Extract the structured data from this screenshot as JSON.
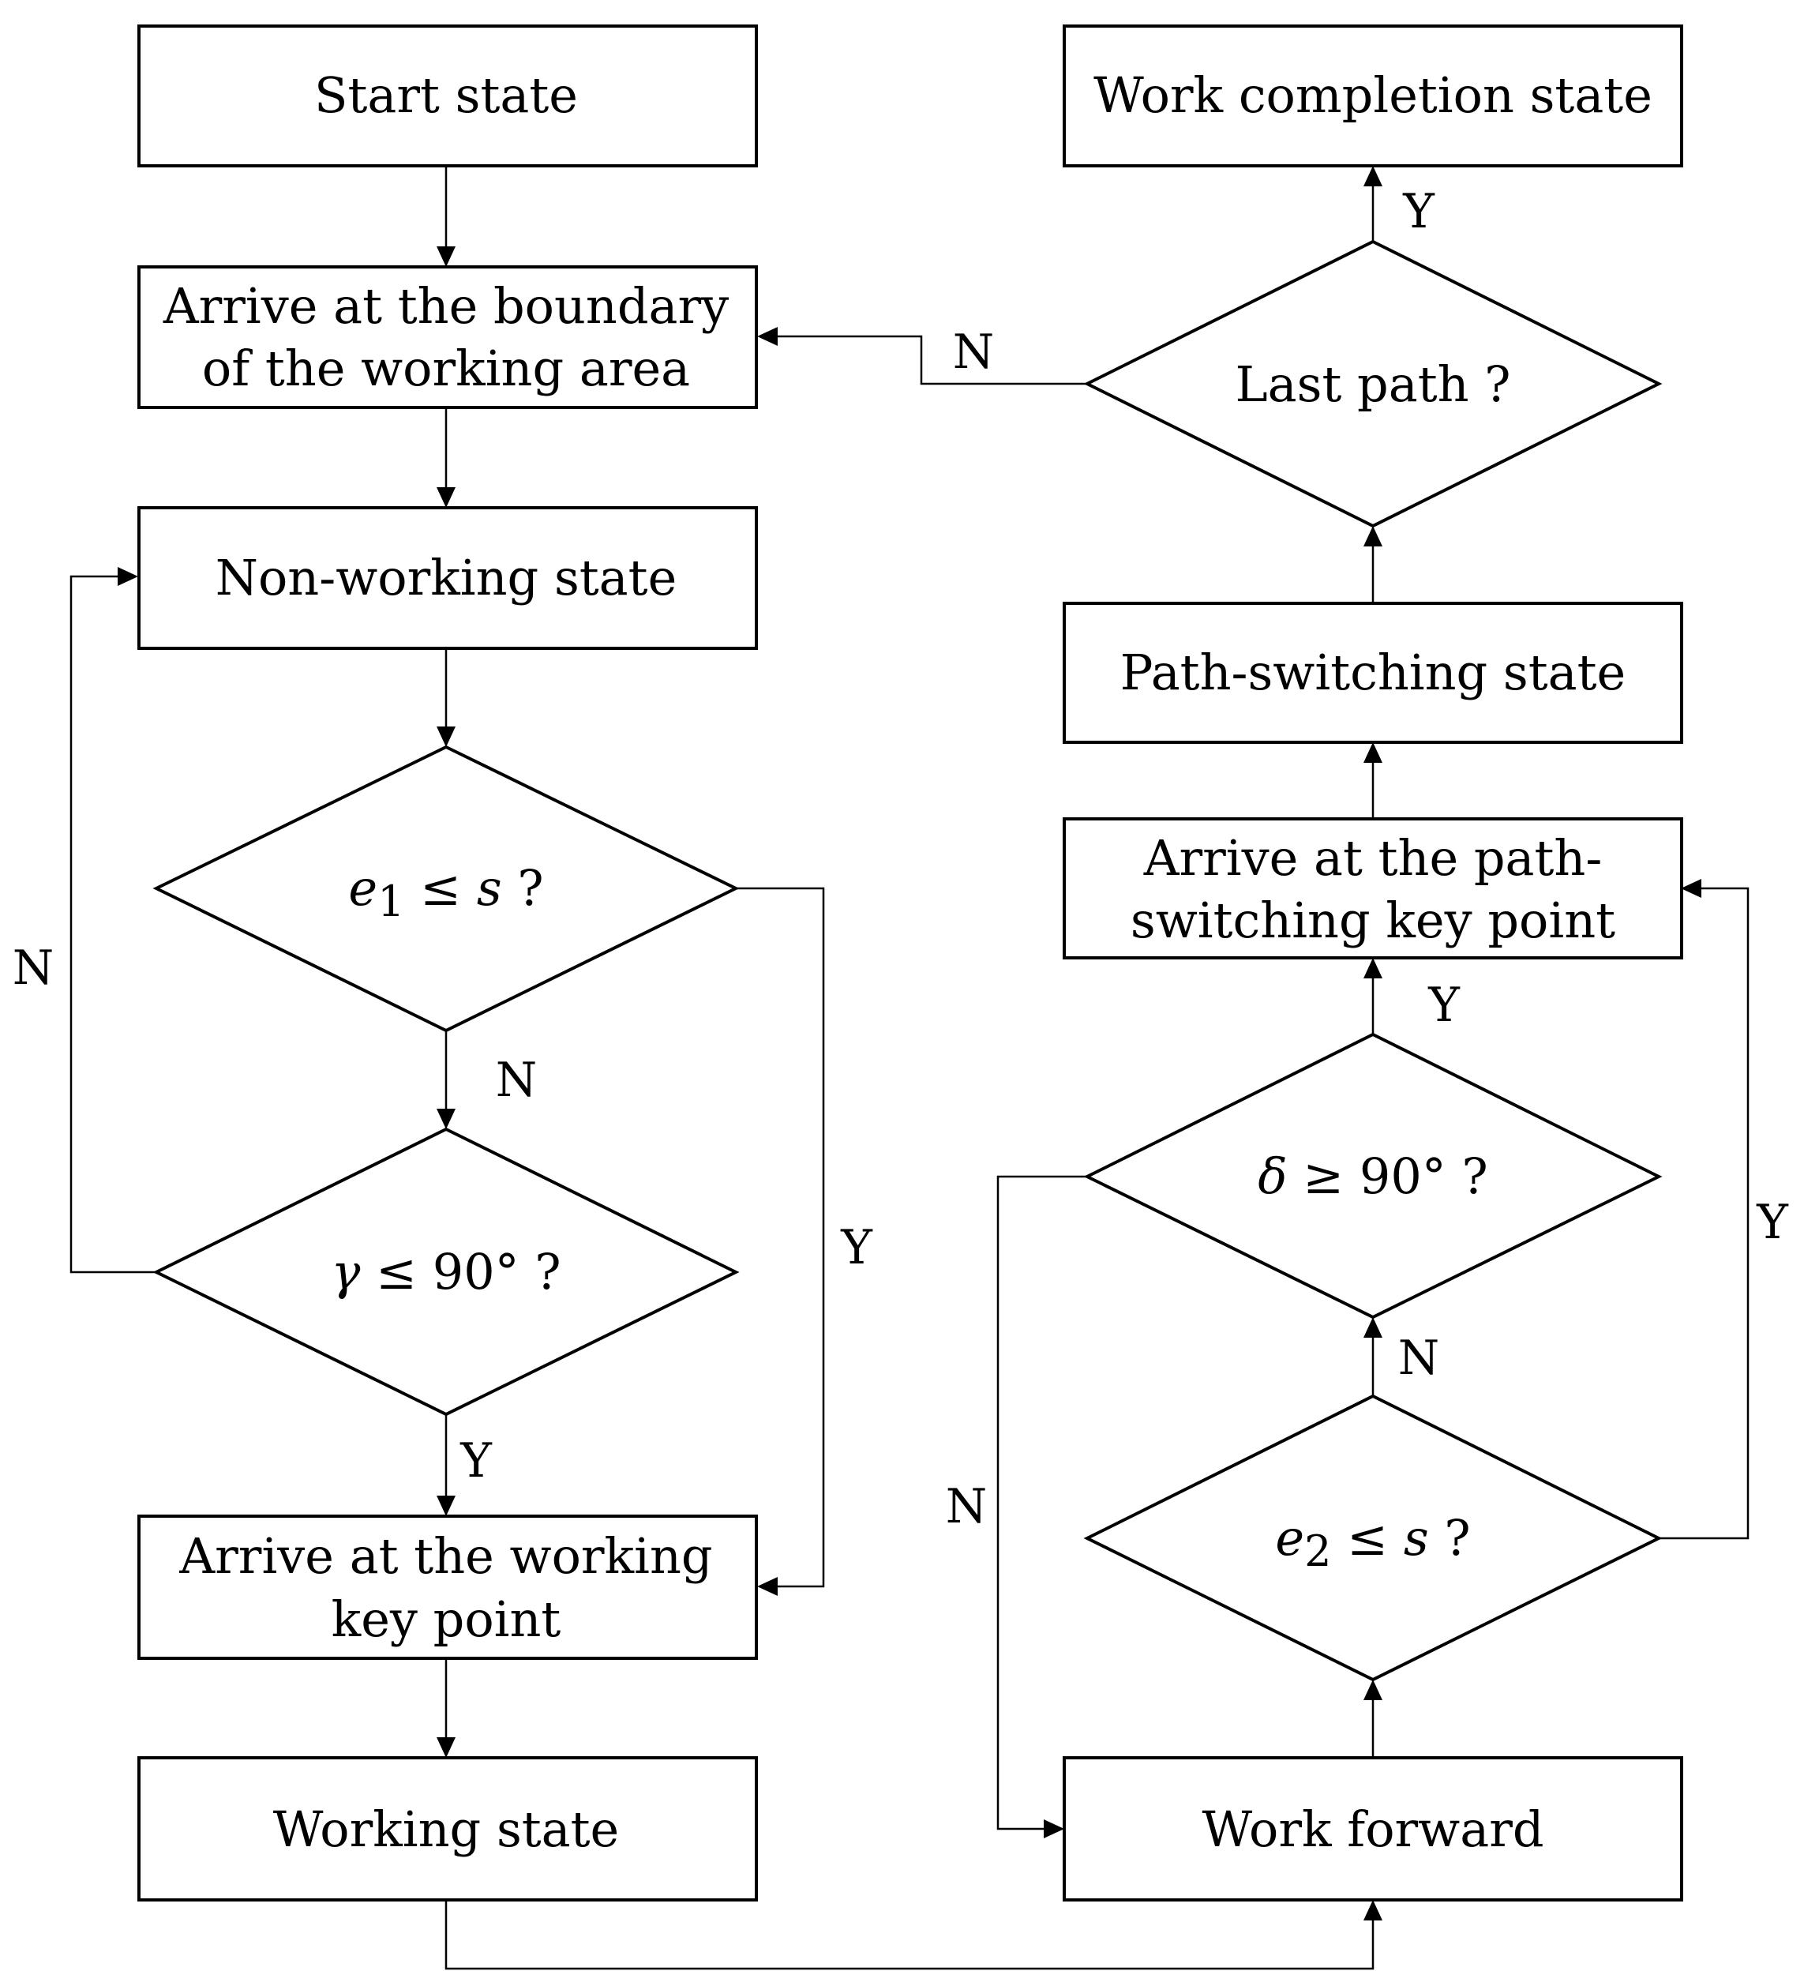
{
  "nodes": {
    "start": {
      "lines": [
        "Start state"
      ]
    },
    "boundary": {
      "lines": [
        "Arrive at the boundary",
        "of the working area"
      ]
    },
    "nonworking": {
      "lines": [
        "Non-working state"
      ]
    },
    "cond_e1": {
      "var": "e",
      "sub": "1",
      "rest": " ≤ ",
      "var2": "s",
      "tail": " ?"
    },
    "cond_gamma": {
      "var": "γ",
      "rest": " ≤ 90° ?"
    },
    "working_key": {
      "lines": [
        "Arrive at the working",
        "key point"
      ]
    },
    "working": {
      "lines": [
        "Working state"
      ]
    },
    "completion": {
      "lines": [
        "Work completion state"
      ]
    },
    "last_path": {
      "lines": [
        "Last path ?"
      ]
    },
    "path_switching": {
      "lines": [
        "Path-switching state"
      ]
    },
    "path_key": {
      "lines": [
        "Arrive at the path-",
        "switching key point"
      ]
    },
    "cond_delta": {
      "var": "δ",
      "rest": " ≥ 90° ?"
    },
    "cond_e2": {
      "var": "e",
      "sub": "2",
      "rest": " ≤ ",
      "var2": "s",
      "tail": " ?"
    },
    "forward": {
      "lines": [
        "Work forward"
      ]
    }
  },
  "edge_labels": {
    "last_no": "N",
    "last_yes": "Y",
    "gamma_no": "N",
    "e1_no": "N",
    "e1_yes": "Y",
    "gamma_yes": "Y",
    "delta_yes": "Y",
    "delta_no": "N",
    "e2_no": "N",
    "e2_yes": "Y"
  }
}
